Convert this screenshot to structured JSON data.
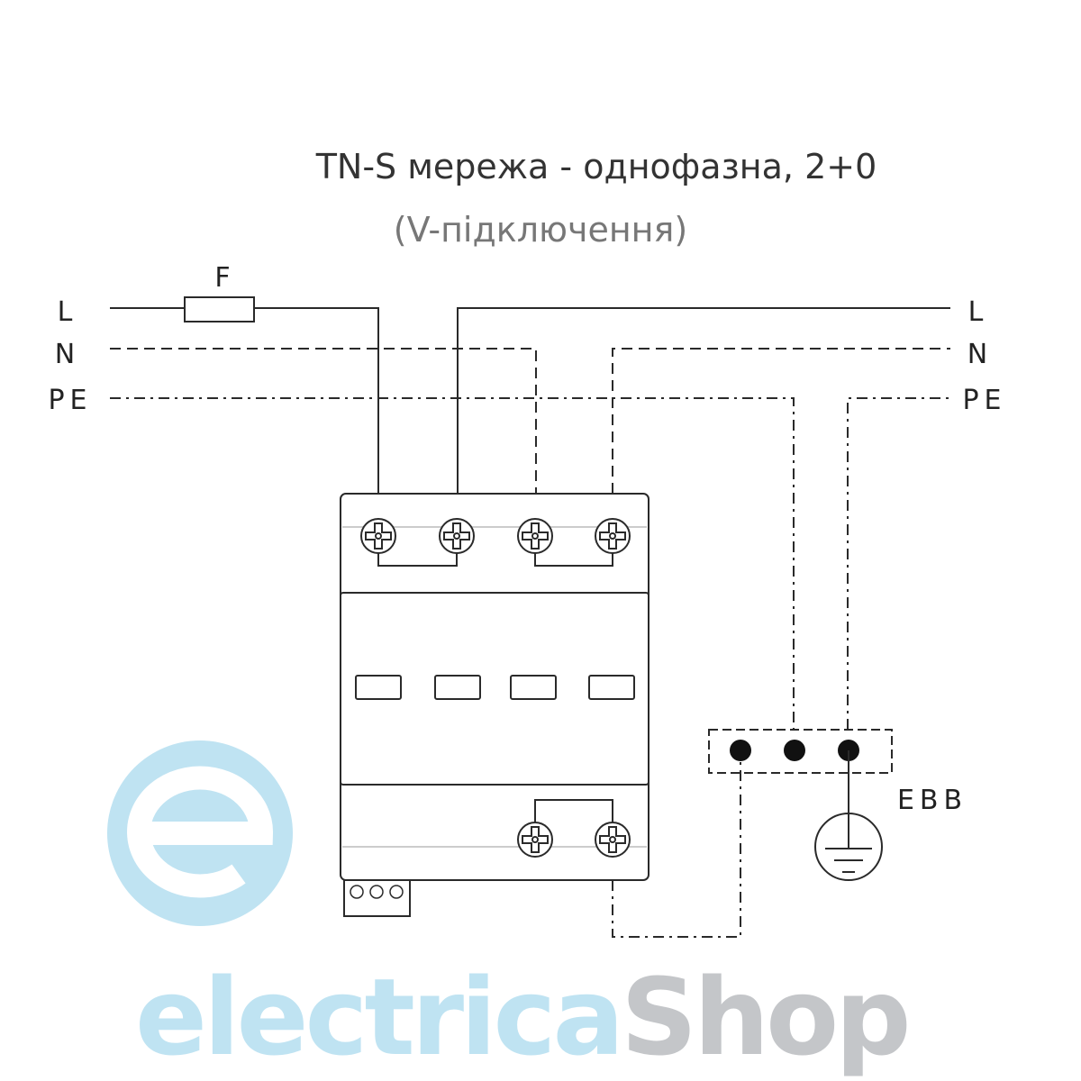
{
  "title": "TN-S мережа - однофазна, 2+0",
  "subtitle": "(V-підключення)",
  "left_labels": {
    "l": "L",
    "n": "N",
    "pe": "PE"
  },
  "right_labels": {
    "l": "L",
    "n": "N",
    "pe": "PE"
  },
  "fuse_label": "F",
  "ebb_label": "EBB",
  "watermark": {
    "part1": "electrica",
    "part2": "Shop"
  },
  "colors": {
    "line": "#2a2a2a",
    "title": "#333333",
    "subtitle": "#777777",
    "watermark_blue": "#bfe3f2",
    "watermark_gray": "#c4c6c9"
  }
}
